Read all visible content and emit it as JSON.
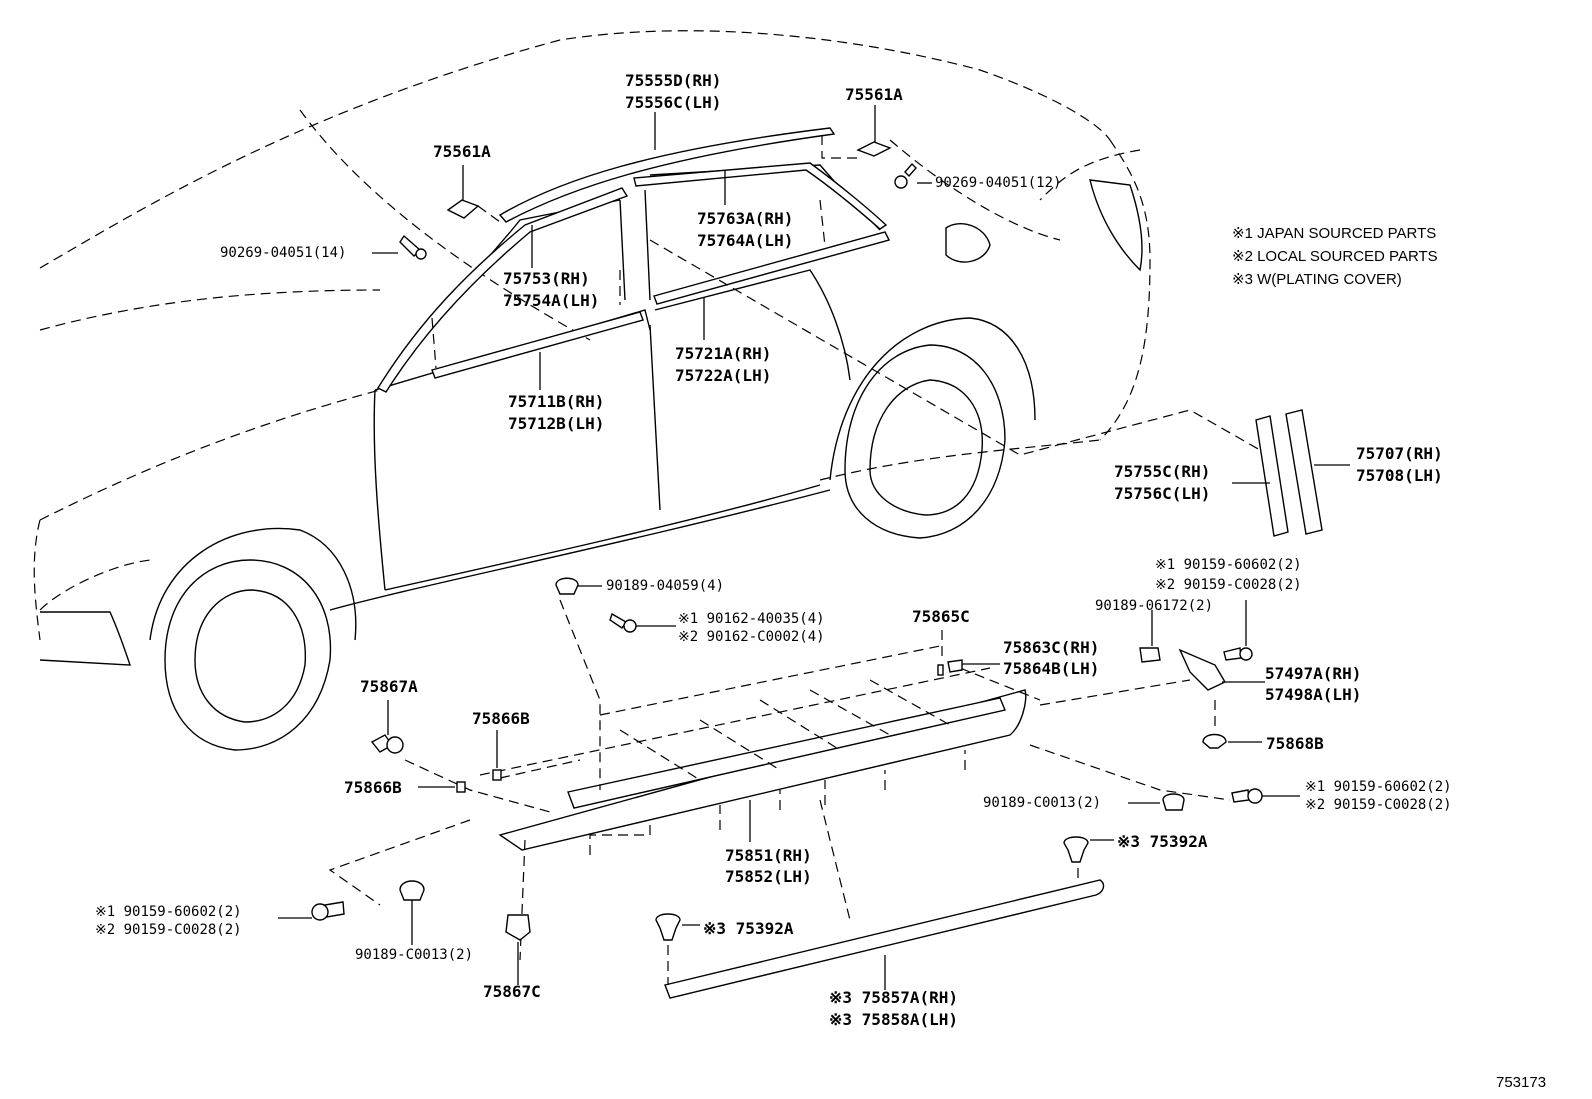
{
  "notes": [
    "※1 JAPAN SOURCED PARTS",
    "※2 LOCAL SOURCED PARTS",
    "※3 W(PLATING COVER)"
  ],
  "callouts": {
    "roof_molding": [
      "75555D(RH)",
      "75556C(LH)"
    ],
    "clip_roof_rear": "75561A",
    "clip_roof_front": "75561A",
    "screw_rear": "90269-04051(12)",
    "screw_front": "90269-04051(14)",
    "rear_door_frame": [
      "75763A(RH)",
      "75764A(LH)"
    ],
    "front_door_frame": [
      "75753(RH)",
      "75754A(LH)"
    ],
    "rear_belt": [
      "75721A(RH)",
      "75722A(LH)"
    ],
    "front_belt": [
      "75711B(RH)",
      "75712B(LH)"
    ],
    "pillar_garnish_outer": [
      "75707(RH)",
      "75708(LH)"
    ],
    "pillar_garnish_inner": [
      "75755C(RH)",
      "75756C(LH)"
    ],
    "nut_rocker_top": "90189-04059(4)",
    "screw_rocker": [
      "※1 90162-40035(4)",
      "※2 90162-C0002(4)"
    ],
    "pad_75865c": "75865C",
    "clip_75863c": [
      "75863C(RH)",
      "75864B(LH)"
    ],
    "bolt_rear_upper": [
      "※1 90159-60602(2)",
      "※2 90159-C0028(2)"
    ],
    "nut_rear_upper": "90189-06172(2)",
    "bracket_rear": [
      "57497A(RH)",
      "57498A(LH)"
    ],
    "clip_75868b": "75868B",
    "clip_75867a": "75867A",
    "pad_75866b_upper": "75866B",
    "pad_75866b_lower": "75866B",
    "rocker_panel": [
      "75851(RH)",
      "75852(LH)"
    ],
    "nut_rear_lower": "90189-C0013(2)",
    "bolt_rear_lower": [
      "※1 90159-60602(2)",
      "※2 90159-C0028(2)"
    ],
    "clip_75392a_right": "※3 75392A",
    "clip_75392a_left": "※3 75392A",
    "bolt_front_lower": [
      "※1 90159-60602(2)",
      "※2 90159-C0028(2)"
    ],
    "nut_front_lower": "90189-C0013(2)",
    "clip_75867c": "75867C",
    "plating_cover": [
      "※3 75857A(RH)",
      "※3 75858A(LH)"
    ]
  },
  "diagram_ref": "753173"
}
